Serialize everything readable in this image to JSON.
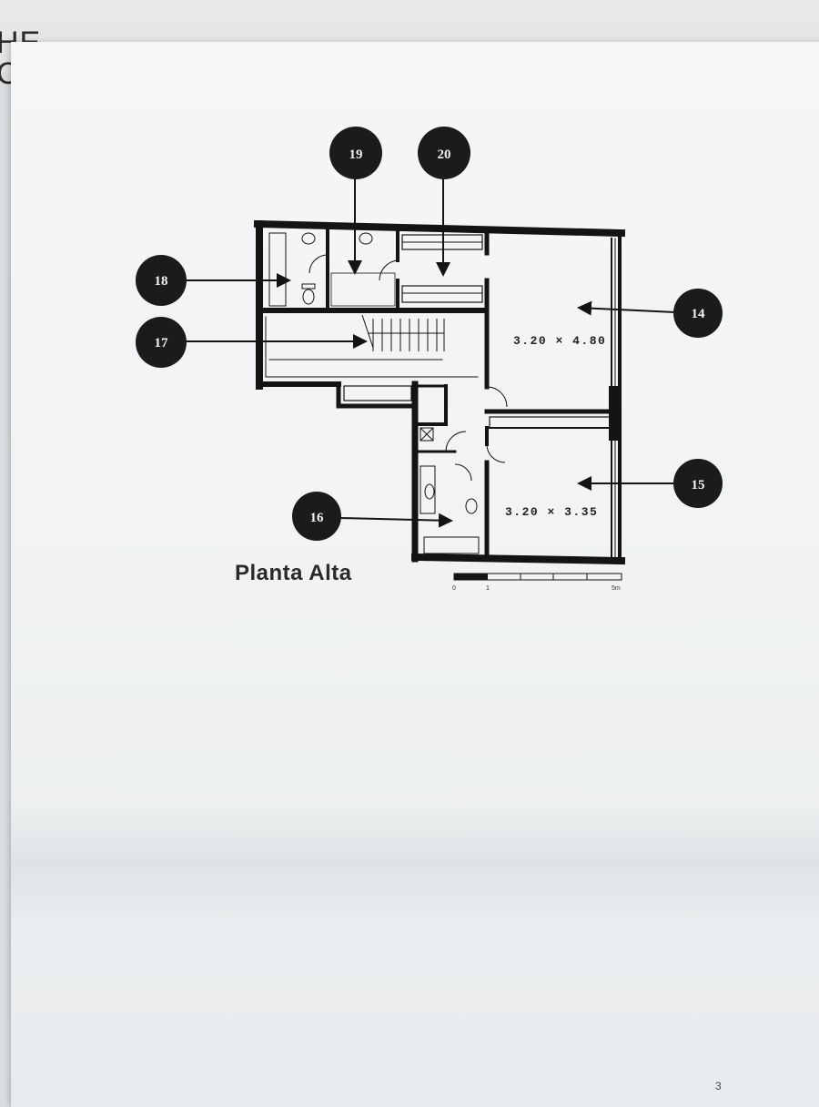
{
  "back_sheet": {
    "letters": "HE\nC"
  },
  "plan": {
    "title": "Planta Alta",
    "rooms": [
      {
        "id": "14",
        "dimensions": "3.20 × 4.80"
      },
      {
        "id": "15",
        "dimensions": "3.20 × 3.35"
      }
    ],
    "markers": [
      "19",
      "20",
      "18",
      "17",
      "14",
      "15",
      "16"
    ],
    "scale": {
      "start": "0",
      "mid": "1",
      "end": "5m"
    }
  },
  "page_number": "3",
  "colors": {
    "ink": "#141414",
    "paper": "#f3f5f6",
    "marker": "#1b1b1b"
  }
}
